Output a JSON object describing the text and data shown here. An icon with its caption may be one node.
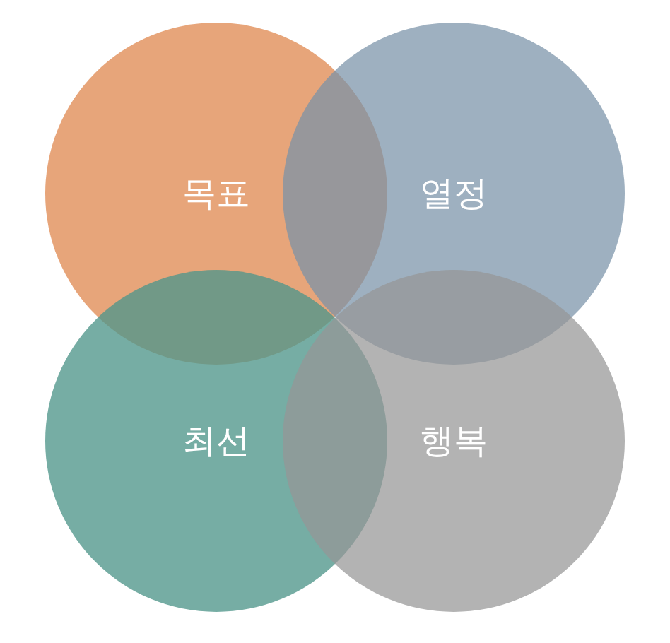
{
  "diagram": {
    "nodes": [
      {
        "text": [
          "목표"
        ]
      },
      {
        "text": [
          "열정"
        ]
      },
      {
        "text": [
          "최선"
        ]
      },
      {
        "text": [
          "행복"
        ]
      }
    ]
  }
}
